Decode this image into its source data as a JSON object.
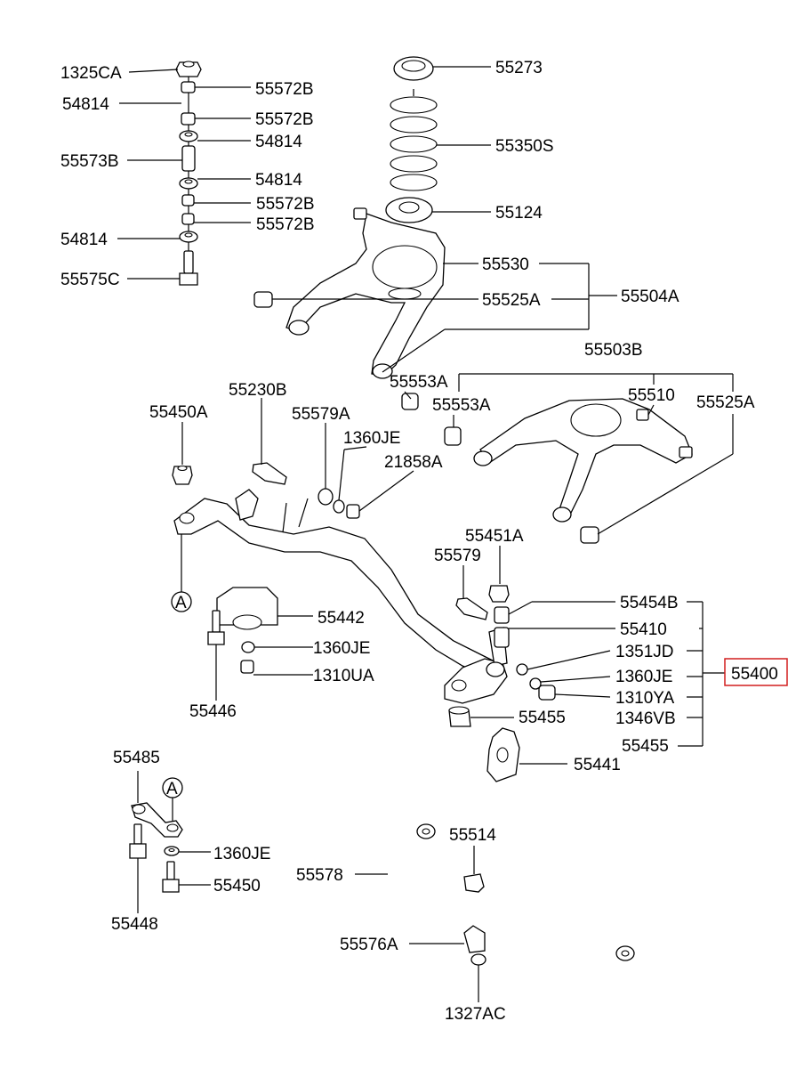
{
  "labels": {
    "l1325CA": "1325CA",
    "l54814_a": "54814",
    "l55572B_a": "55572B",
    "l55572B_b": "55572B",
    "l54814_b": "54814",
    "l55573B": "55573B",
    "l54814_c": "54814",
    "l55572B_c": "55572B",
    "l55572B_d": "55572B",
    "l54814_d": "54814",
    "l55575C": "55575C",
    "l55273": "55273",
    "l55350S": "55350S",
    "l55124": "55124",
    "l55530": "55530",
    "l55525A_a": "55525A",
    "l55504A": "55504A",
    "l55503B": "55503B",
    "l55553A_a": "55553A",
    "l55553A_b": "55553A",
    "l55510": "55510",
    "l55525A_b": "55525A",
    "l55230B": "55230B",
    "l55450A": "55450A",
    "l55579A": "55579A",
    "l1360JE_a": "1360JE",
    "l21858A": "21858A",
    "l55451A": "55451A",
    "l55579": "55579",
    "l55454B": "55454B",
    "l55410": "55410",
    "l1351JD": "1351JD",
    "l1360JE_b": "1360JE",
    "l55400": "55400",
    "l1310YA": "1310YA",
    "l1346VB": "1346VB",
    "l55455_a": "55455",
    "l55455_b": "55455",
    "l55441": "55441",
    "l55442": "55442",
    "l1360JE_c": "1360JE",
    "l1310UA": "1310UA",
    "l55446": "55446",
    "refA_a": "A",
    "refA_b": "A",
    "l55485": "55485",
    "l1360JE_d": "1360JE",
    "l55450": "55450",
    "l55448": "55448",
    "l55514": "55514",
    "l55578": "55578",
    "l55576A": "55576A",
    "l1327AC": "1327AC"
  },
  "colors": {
    "line": "#000000",
    "background": "#ffffff",
    "highlight_box": "#d21f1f"
  }
}
